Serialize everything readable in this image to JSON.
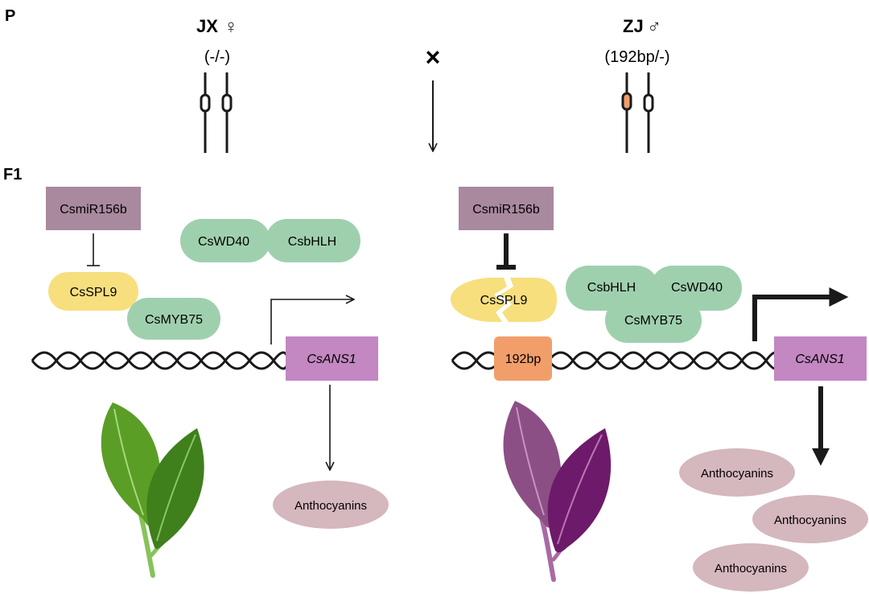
{
  "labels": {
    "p": "P",
    "f1": "F1",
    "cross": "×"
  },
  "parents": {
    "female": {
      "name": "JX",
      "symbol": "♀",
      "genotype": "(-/-)"
    },
    "male": {
      "name": "ZJ",
      "symbol": "♂",
      "genotype": "(192bp/-)"
    }
  },
  "left_panel": {
    "mirna": "CsmiR156b",
    "spl": "CsSPL9",
    "wd40": "CsWD40",
    "bhlh": "CsbHLH",
    "myb": "CsMYB75",
    "gene": "CsANS1",
    "product": "Anthocyanins"
  },
  "right_panel": {
    "mirna": "CsmiR156b",
    "spl": "CsSPL9",
    "insertion": "192bp",
    "bhlh": "CsbHLH",
    "wd40": "CsWD40",
    "myb": "CsMYB75",
    "gene": "CsANS1",
    "products": [
      "Anthocyanins",
      "Anthocyanins",
      "Anthocyanins"
    ]
  },
  "colors": {
    "mirna": "#a9899e",
    "spl": "#f7df7e",
    "mbw": "#9fd0ae",
    "gene": "#c387c2",
    "insertion": "#f19e6b",
    "anthocyanin": "#d5b7be",
    "green_leaf": "#4d8f22",
    "purple_leaf": "#6e1a6a"
  }
}
